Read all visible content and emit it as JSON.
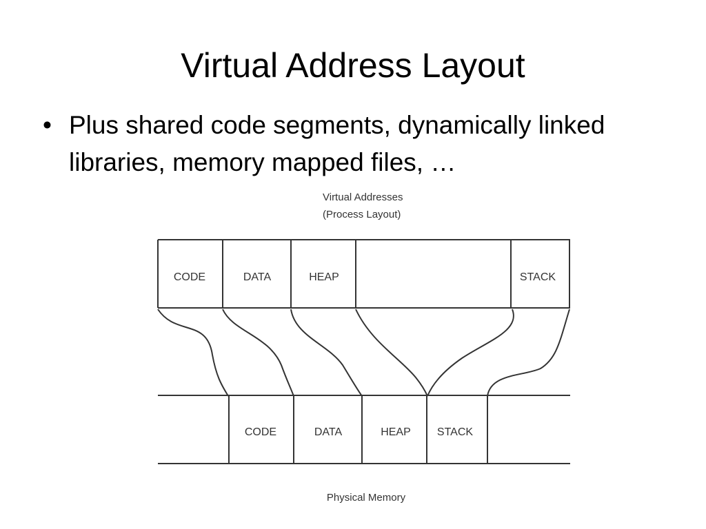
{
  "slide": {
    "title": "Virtual Address Layout",
    "bullet_symbol": "•",
    "bullets": [
      "Plus shared code segments, dynamically linked libraries, memory mapped files, …"
    ]
  },
  "diagram": {
    "virtual": {
      "caption_line1": "Virtual Addresses",
      "caption_line2": "(Process Layout)",
      "segments": [
        "CODE",
        "DATA",
        "HEAP",
        "",
        "STACK"
      ]
    },
    "physical": {
      "caption": "Physical Memory",
      "segments": [
        "",
        "CODE",
        "DATA",
        "HEAP",
        "STACK",
        ""
      ]
    },
    "mappings": [
      {
        "virtual": "CODE",
        "physical": "CODE"
      },
      {
        "virtual": "DATA",
        "physical": "DATA"
      },
      {
        "virtual": "HEAP",
        "physical": "HEAP"
      },
      {
        "virtual": "STACK",
        "physical": "STACK"
      }
    ],
    "line_color": "#333333"
  }
}
